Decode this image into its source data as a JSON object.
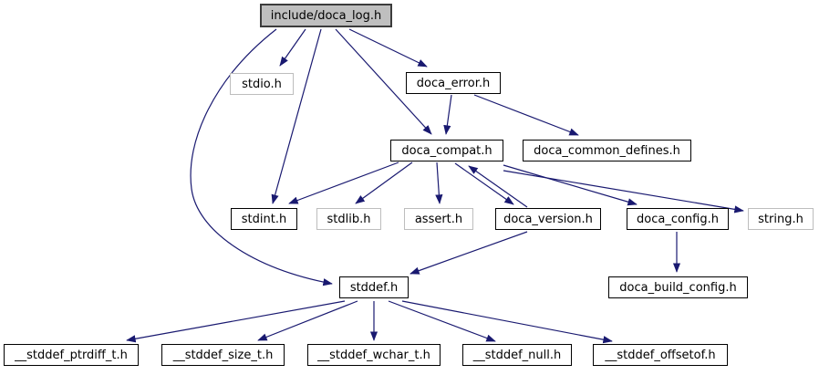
{
  "graph": {
    "root_file": "include/doca_log.h",
    "colors": {
      "edge": "#191970",
      "root_fill": "#bfbfbf",
      "root_border": "#3c3c3c",
      "documented_border": "#000000",
      "external_border": "#bdbdbd",
      "background": "#ffffff"
    }
  },
  "nodes": [
    {
      "label": "include/doca_log.h",
      "type": "root"
    },
    {
      "label": "stdio.h",
      "type": "external"
    },
    {
      "label": "doca_error.h",
      "type": "documented"
    },
    {
      "label": "doca_compat.h",
      "type": "documented"
    },
    {
      "label": "doca_common_defines.h",
      "type": "documented"
    },
    {
      "label": "stdint.h",
      "type": "documented"
    },
    {
      "label": "stdlib.h",
      "type": "external"
    },
    {
      "label": "assert.h",
      "type": "external"
    },
    {
      "label": "doca_version.h",
      "type": "documented"
    },
    {
      "label": "doca_config.h",
      "type": "documented"
    },
    {
      "label": "string.h",
      "type": "external"
    },
    {
      "label": "stddef.h",
      "type": "documented"
    },
    {
      "label": "doca_build_config.h",
      "type": "documented"
    },
    {
      "label": "__stddef_ptrdiff_t.h",
      "type": "documented"
    },
    {
      "label": "__stddef_size_t.h",
      "type": "documented"
    },
    {
      "label": "__stddef_wchar_t.h",
      "type": "documented"
    },
    {
      "label": "__stddef_null.h",
      "type": "documented"
    },
    {
      "label": "__stddef_offsetof.h",
      "type": "documented"
    }
  ],
  "edges": [
    {
      "from": "include/doca_log.h",
      "to": "stdio.h"
    },
    {
      "from": "include/doca_log.h",
      "to": "doca_error.h"
    },
    {
      "from": "include/doca_log.h",
      "to": "doca_compat.h"
    },
    {
      "from": "include/doca_log.h",
      "to": "stdint.h"
    },
    {
      "from": "include/doca_log.h",
      "to": "stddef.h"
    },
    {
      "from": "doca_error.h",
      "to": "doca_compat.h"
    },
    {
      "from": "doca_error.h",
      "to": "doca_common_defines.h"
    },
    {
      "from": "doca_compat.h",
      "to": "stdint.h"
    },
    {
      "from": "doca_compat.h",
      "to": "stdlib.h"
    },
    {
      "from": "doca_compat.h",
      "to": "assert.h"
    },
    {
      "from": "doca_compat.h",
      "to": "doca_version.h"
    },
    {
      "from": "doca_version.h",
      "to": "doca_compat.h"
    },
    {
      "from": "doca_compat.h",
      "to": "doca_config.h"
    },
    {
      "from": "doca_compat.h",
      "to": "string.h"
    },
    {
      "from": "doca_version.h",
      "to": "stddef.h"
    },
    {
      "from": "doca_config.h",
      "to": "doca_build_config.h"
    },
    {
      "from": "stddef.h",
      "to": "__stddef_ptrdiff_t.h"
    },
    {
      "from": "stddef.h",
      "to": "__stddef_size_t.h"
    },
    {
      "from": "stddef.h",
      "to": "__stddef_wchar_t.h"
    },
    {
      "from": "stddef.h",
      "to": "__stddef_null.h"
    },
    {
      "from": "stddef.h",
      "to": "__stddef_offsetof.h"
    }
  ]
}
